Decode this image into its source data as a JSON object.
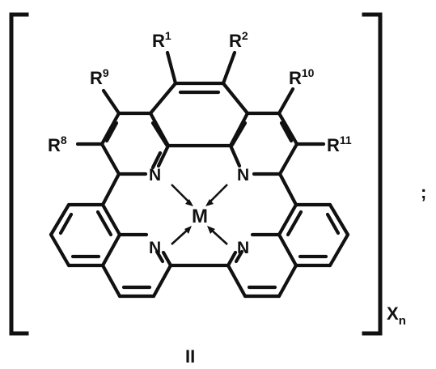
{
  "figure": {
    "compound_label": "II",
    "metal": "M",
    "nitrogen": "N",
    "substituents": [
      {
        "base": "R",
        "sup": "1"
      },
      {
        "base": "R",
        "sup": "2"
      },
      {
        "base": "R",
        "sup": "9"
      },
      {
        "base": "R",
        "sup": "10"
      },
      {
        "base": "R",
        "sup": "8"
      },
      {
        "base": "R",
        "sup": "11"
      }
    ],
    "counterion": {
      "base": "X",
      "sub": "n"
    },
    "separator": ";"
  }
}
